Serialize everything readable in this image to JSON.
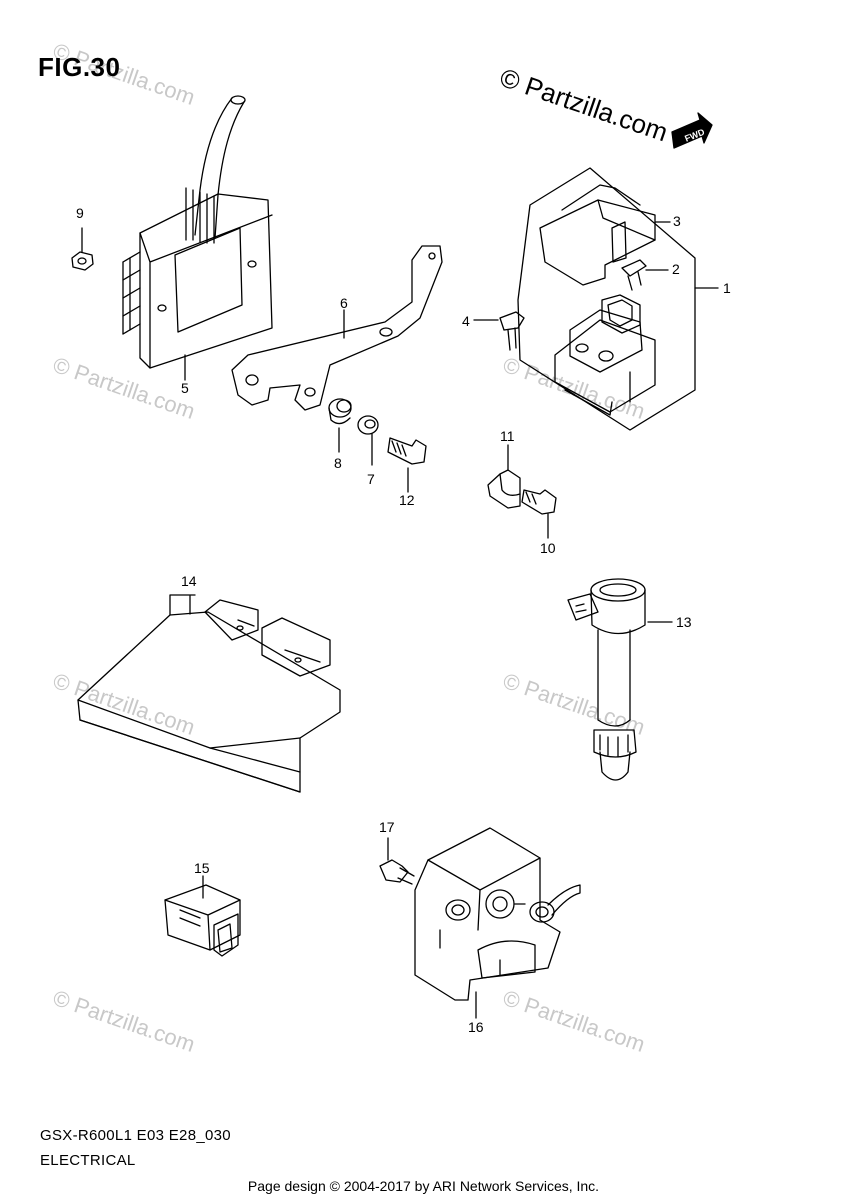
{
  "header": {
    "figure_title": "FIG.30",
    "brand_watermark": "© Partzilla.com",
    "direction_badge": "FWD"
  },
  "watermark": {
    "text": "© Partzilla.com"
  },
  "callouts": [
    {
      "number": "1"
    },
    {
      "number": "2"
    },
    {
      "number": "3"
    },
    {
      "number": "4"
    },
    {
      "number": "5"
    },
    {
      "number": "6"
    },
    {
      "number": "7"
    },
    {
      "number": "8"
    },
    {
      "number": "9"
    },
    {
      "number": "10"
    },
    {
      "number": "11"
    },
    {
      "number": "12"
    },
    {
      "number": "13"
    },
    {
      "number": "14"
    },
    {
      "number": "15"
    },
    {
      "number": "16"
    },
    {
      "number": "17"
    }
  ],
  "footer": {
    "diagram_code": "GSX-R600L1 E03 E28_030",
    "section_name": "ELECTRICAL",
    "copyright": "Page design © 2004-2017 by ARI Network Services, Inc."
  },
  "colors": {
    "line": "#000000",
    "watermark": "#c8c8c8",
    "background": "#ffffff"
  }
}
